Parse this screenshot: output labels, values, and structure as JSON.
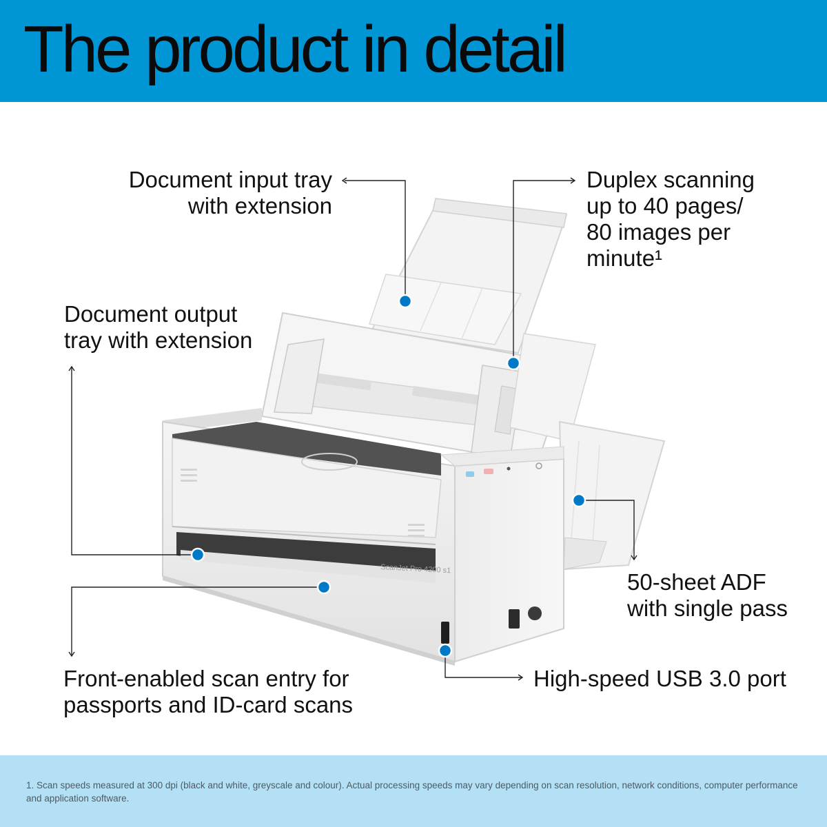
{
  "header": {
    "title": "The product in detail",
    "background": "#0096d6"
  },
  "callouts": {
    "input_tray": {
      "line1": "Document input tray",
      "line2": "with extension"
    },
    "duplex": {
      "line1": "Duplex scanning",
      "line2": "up to 40 pages/",
      "line3": "80 images per",
      "line4": "minute¹"
    },
    "output_tray": {
      "line1": "Document output",
      "line2": "tray with extension"
    },
    "adf": {
      "line1": "50-sheet ADF",
      "line2": "with single pass"
    },
    "front_entry": {
      "line1": "Front-enabled scan entry for",
      "line2": "passports and ID-card scans"
    },
    "usb": {
      "line1": "High-speed USB 3.0 port"
    }
  },
  "product": {
    "model_label": "ScanJet Pro 4200 s1",
    "icon": "hp-scanner-illustration"
  },
  "marker_color": "#0078c8",
  "footer": {
    "note": "1. Scan speeds measured at 300 dpi (black and white, greyscale and colour). Actual processing speeds may vary depending on scan resolution, network conditions, computer performance and application software.",
    "background": "#b3e0f5"
  }
}
